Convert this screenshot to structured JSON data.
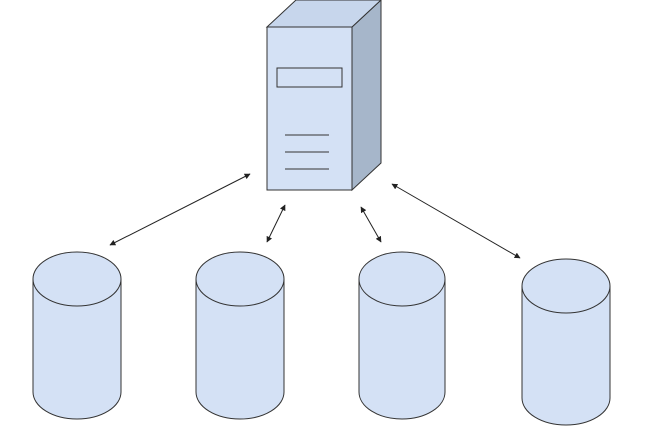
{
  "diagram": {
    "server": {
      "icon": "server-tower-icon"
    },
    "databases": [
      {
        "icon": "database-cylinder-icon"
      },
      {
        "icon": "database-cylinder-icon"
      },
      {
        "icon": "database-cylinder-icon"
      },
      {
        "icon": "database-cylinder-icon"
      }
    ],
    "connections": [
      {
        "from": "server",
        "to": "database-1",
        "direction": "bidirectional"
      },
      {
        "from": "server",
        "to": "database-2",
        "direction": "bidirectional"
      },
      {
        "from": "server",
        "to": "database-3",
        "direction": "bidirectional"
      },
      {
        "from": "server",
        "to": "database-4",
        "direction": "bidirectional"
      }
    ],
    "colors": {
      "fill": "#d4e1f5",
      "side_fill": "#a6b6ca",
      "stroke": "#333333",
      "arrow": "#222222",
      "background": "#ffffff"
    }
  }
}
